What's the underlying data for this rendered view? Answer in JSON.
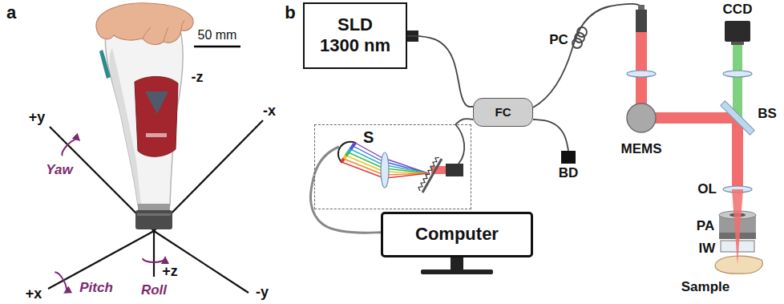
{
  "diagram": {
    "nodes": [
      {
        "text": [
          "SLD 1300 nm"
        ]
      },
      {
        "text": [
          "FC"
        ]
      },
      {
        "text": [
          "S"
        ]
      },
      {
        "text": [
          "BD"
        ]
      },
      {
        "text": [
          "Computer"
        ]
      }
    ],
    "edges": [
      {
        "from": 0,
        "to": 1,
        "arrow": "none"
      },
      {
        "from": 1,
        "to": 2,
        "arrow": "none"
      },
      {
        "from": 1,
        "to": 3,
        "arrow": "none"
      },
      {
        "from": 2,
        "to": 4,
        "arrow": "none"
      }
    ],
    "labels": [
      "a",
      "50 mm",
      "-z",
      "+y",
      "-x",
      "Yaw",
      "+x",
      "Pitch",
      "Roll",
      "+z",
      "-y",
      "b",
      "PC",
      "MEMS",
      "CCD",
      "BS",
      "OL",
      "PA",
      "IW",
      "Sample"
    ]
  }
}
